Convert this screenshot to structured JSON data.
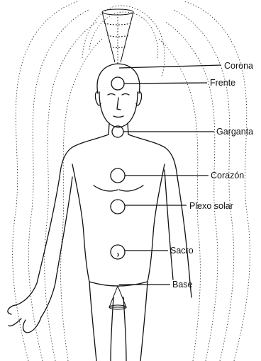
{
  "diagram": {
    "chakras": [
      {
        "key": "corona",
        "label": "Corona"
      },
      {
        "key": "frente",
        "label": "Frente"
      },
      {
        "key": "garganta",
        "label": "Garganta"
      },
      {
        "key": "corazon",
        "label": "Corazón"
      },
      {
        "key": "plexo",
        "label": "Plexo solar"
      },
      {
        "key": "sacro",
        "label": "Sacro"
      },
      {
        "key": "base",
        "label": "Base"
      }
    ]
  },
  "colors": {
    "ink": "#111111",
    "aura": "#333333",
    "background": "#ffffff"
  }
}
